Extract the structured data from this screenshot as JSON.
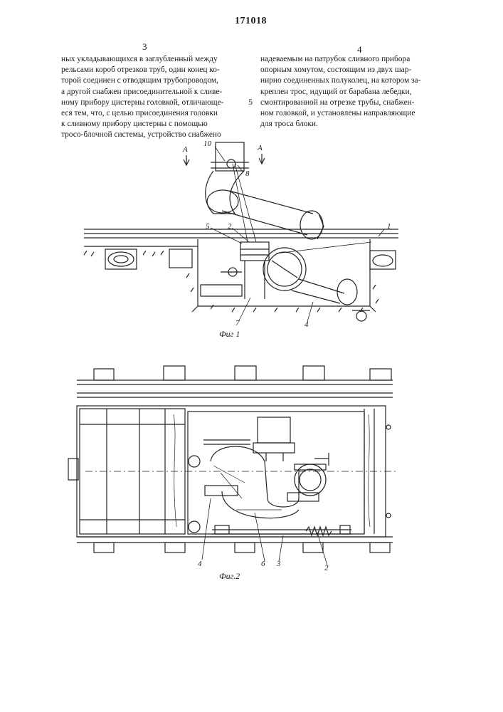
{
  "header": {
    "patent_number": "171018",
    "left_column_number": "3",
    "right_column_number": "4",
    "margin_line_marker": "5"
  },
  "left_column_lines": [
    "ных укладывающихся в заглубленный между",
    "рельсами короб отрезков труб, один конец ко-",
    "торой соединен с отводящим трубопроводом,",
    "а другой снабжен присоединительной к сливе-",
    "ному прибору цистерны головкой, отличающе-",
    "еся тем, что, с целью присоединения головки",
    "к сливному прибору цистерны с помощью",
    "тросо-блочной системы, устройство снабжено"
  ],
  "right_column_lines": [
    "надеваемым на патрубок сливного прибора",
    "опорным хомутом, состоящим из двух шар-",
    "нирно соединенных полуколец, на котором за-",
    "креплен трос, идущий от барабана лебедки,",
    "смонтированной на отрезке трубы, снабжен-",
    "ном головкой, и установлены направляющие",
    "для троса блоки."
  ],
  "figure1": {
    "caption": "Фиг 1",
    "section_marks": [
      "A",
      "A"
    ],
    "labels": [
      "10",
      "8",
      "5",
      "2",
      "1",
      "7",
      "4"
    ]
  },
  "figure2": {
    "caption": "Фиг.2",
    "labels": [
      "4",
      "6",
      "3",
      "2"
    ]
  }
}
